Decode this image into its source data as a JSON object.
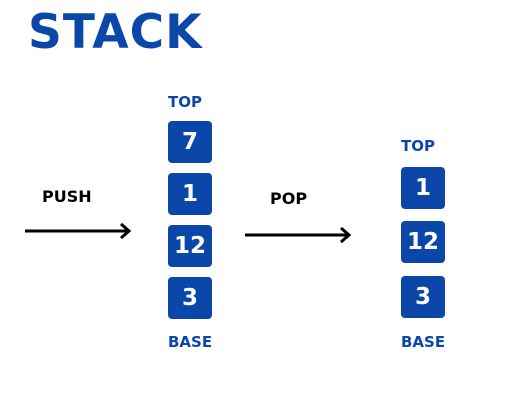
{
  "title": "STACK",
  "push": {
    "label": "PUSH",
    "stack": {
      "top_label": "TOP",
      "base_label": "BASE",
      "items": [
        "7",
        "1",
        "12",
        "3"
      ]
    }
  },
  "pop": {
    "label": "POP",
    "stack": {
      "top_label": "TOP",
      "base_label": "BASE",
      "items": [
        "1",
        "12",
        "3"
      ]
    }
  },
  "colors": {
    "accent": "#0a47a8",
    "text": "#000000",
    "background": "#ffffff"
  }
}
